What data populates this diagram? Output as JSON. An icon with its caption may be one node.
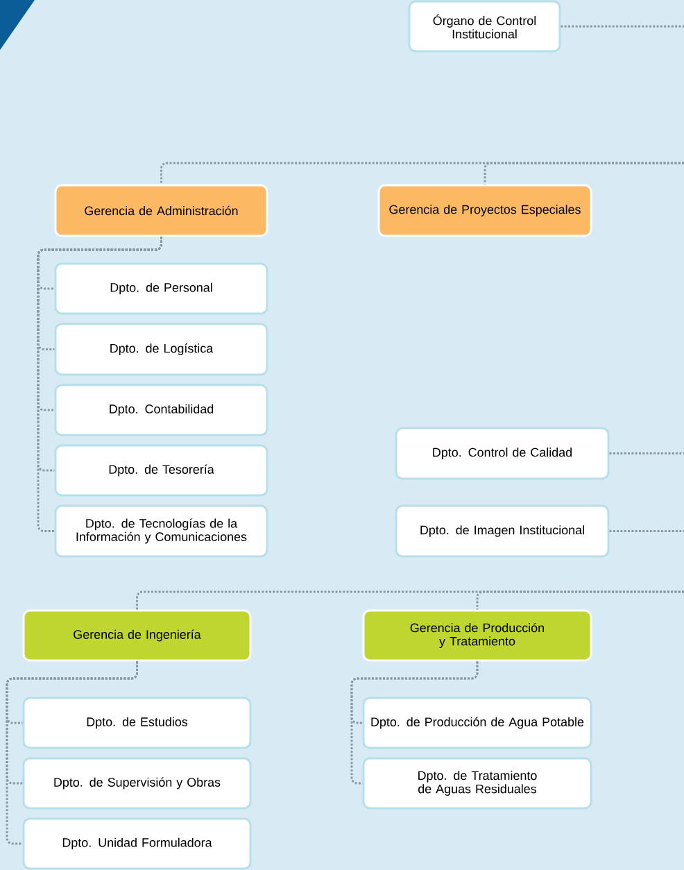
{
  "diagram": {
    "nodes": [
      {
        "text": [
          "Órgano de Control Institucional"
        ]
      },
      {
        "text": [
          "Gerencia de Administración"
        ]
      },
      {
        "text": [
          "Gerencia de Proyectos Especiales"
        ]
      },
      {
        "text": [
          "Dpto. de Personal"
        ]
      },
      {
        "text": [
          "Dpto. de Logística"
        ]
      },
      {
        "text": [
          "Dpto. Contabilidad"
        ]
      },
      {
        "text": [
          "Dpto. de Tesorería"
        ]
      },
      {
        "text": [
          "Dpto. de Tecnologías de la Información y Comunicaciones"
        ]
      },
      {
        "text": [
          "Dpto. Control de Calidad"
        ]
      },
      {
        "text": [
          "Dpto. de Imagen Institucional"
        ]
      },
      {
        "text": [
          "Gerencia de Ingeniería"
        ]
      },
      {
        "text": [
          "Gerencia de Producción y Tratamiento"
        ]
      },
      {
        "text": [
          "Dpto. de Estudios"
        ]
      },
      {
        "text": [
          "Dpto. de Supervisión y Obras"
        ]
      },
      {
        "text": [
          "Dpto. Unidad Formuladora"
        ]
      },
      {
        "text": [
          "Dpto. de Producción de Agua Potable"
        ]
      },
      {
        "text": [
          "Dpto. de Tratamiento de Aguas Residuales"
        ]
      }
    ],
    "edges": [
      {
        "from": 0,
        "to": null,
        "arrow": "none"
      },
      {
        "from": null,
        "to": 1,
        "arrow": "none"
      },
      {
        "from": null,
        "to": 2,
        "arrow": "none"
      },
      {
        "from": 1,
        "to": 3,
        "arrow": "none"
      },
      {
        "from": 1,
        "to": 4,
        "arrow": "none"
      },
      {
        "from": 1,
        "to": 5,
        "arrow": "none"
      },
      {
        "from": 1,
        "to": 6,
        "arrow": "none"
      },
      {
        "from": 1,
        "to": 7,
        "arrow": "none"
      },
      {
        "from": 8,
        "to": null,
        "arrow": "none"
      },
      {
        "from": 9,
        "to": null,
        "arrow": "none"
      },
      {
        "from": null,
        "to": 10,
        "arrow": "none"
      },
      {
        "from": null,
        "to": 11,
        "arrow": "none"
      },
      {
        "from": 10,
        "to": 12,
        "arrow": "none"
      },
      {
        "from": 10,
        "to": 13,
        "arrow": "none"
      },
      {
        "from": 10,
        "to": 14,
        "arrow": "none"
      },
      {
        "from": 11,
        "to": 15,
        "arrow": "none"
      },
      {
        "from": 11,
        "to": 16,
        "arrow": "none"
      }
    ]
  }
}
